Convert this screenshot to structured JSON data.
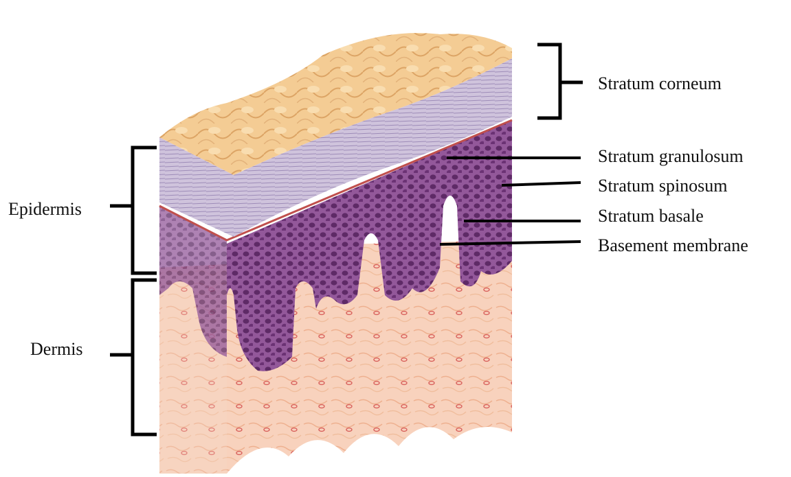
{
  "labels": {
    "stratum_corneum": "Stratum corneum",
    "stratum_granulosum": "Stratum granulosum",
    "stratum_spinosum": "Stratum spinosum",
    "stratum_basale": "Stratum basale",
    "basement_membrane": "Basement membrane",
    "epidermis": "Epidermis",
    "dermis": "Dermis"
  },
  "colors": {
    "corneum_top": "#f2c68a",
    "corneum_side": "#b9a9c9",
    "epidermis": "#8c4f8c",
    "epidermis_cells": "#5e2a66",
    "basement_line": "#c0504d",
    "dermis": "#f6c9b3",
    "dermis_light": "#fbe3d6",
    "vessels": "#d9605c",
    "bracket": "#000000"
  }
}
